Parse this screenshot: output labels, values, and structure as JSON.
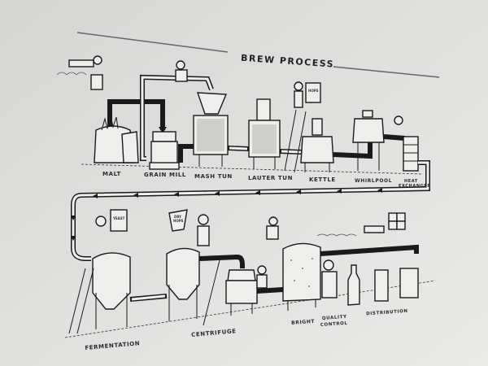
{
  "title": "BREW PROCESS",
  "stages_top": [
    {
      "label": "MALT"
    },
    {
      "label": "GRAIN MILL"
    },
    {
      "label": "MASH TUN"
    },
    {
      "label": "LAUTER TUN"
    },
    {
      "label": "KETTLE"
    },
    {
      "label": "WHIRLPOOL"
    },
    {
      "label_line1": "HEAT",
      "label_line2": "EXCHANGER"
    }
  ],
  "stages_bottom": [
    {
      "label": "FERMENTATION"
    },
    {
      "label": "CENTRIFUGE"
    },
    {
      "label": "BRIGHT"
    },
    {
      "label_line1": "QUALITY",
      "label_line2": "CONTROL"
    },
    {
      "label": "DISTRIBUTION"
    }
  ],
  "bag_labels": {
    "hops": "HOPS",
    "yeast": "YEAST",
    "dry_hops_1": "DRY",
    "dry_hops_2": "HOPS"
  },
  "colors": {
    "wall": "#dcdcda",
    "ink": "#1a1a1a"
  }
}
